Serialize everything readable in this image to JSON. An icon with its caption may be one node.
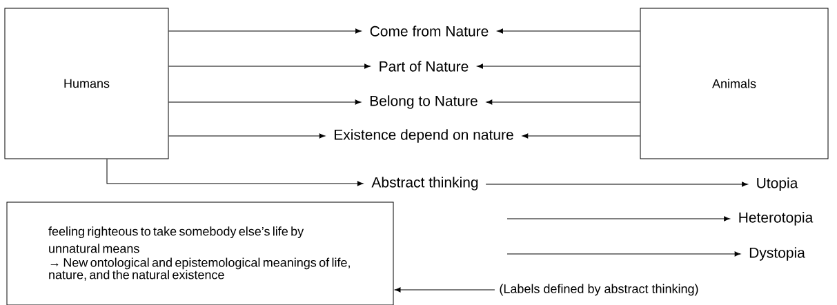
{
  "diagram": {
    "nodes": [
      {
        "text": [
          "Humans"
        ]
      },
      {
        "text": [
          "Animals"
        ]
      },
      {
        "text": [
          "Come from Nature"
        ]
      },
      {
        "text": [
          "Part of Nature"
        ]
      },
      {
        "text": [
          "Belong to Nature"
        ]
      },
      {
        "text": [
          "Existence depend on nature"
        ]
      },
      {
        "text": [
          "Abstract thinking"
        ]
      },
      {
        "text": [
          "Utopia"
        ]
      },
      {
        "text": [
          "Heterotopia"
        ]
      },
      {
        "text": [
          "Dystopia"
        ]
      },
      {
        "text": [
          "feeling righteous to take somebody else’s life by unnatural means",
          "→ New ontological and epistemological meanings of life, nature, and the natural existence"
        ]
      },
      {
        "text": [
          "(Labels defined by abstract thinking)"
        ]
      }
    ],
    "edges": [
      {
        "from": 0,
        "to": 2,
        "arrow": "to"
      },
      {
        "from": 1,
        "to": 2,
        "arrow": "to"
      },
      {
        "from": 0,
        "to": 3,
        "arrow": "to"
      },
      {
        "from": 1,
        "to": 3,
        "arrow": "to"
      },
      {
        "from": 0,
        "to": 4,
        "arrow": "to"
      },
      {
        "from": 1,
        "to": 4,
        "arrow": "to"
      },
      {
        "from": 0,
        "to": 5,
        "arrow": "to"
      },
      {
        "from": 1,
        "to": 5,
        "arrow": "to"
      },
      {
        "from": 0,
        "to": 6,
        "arrow": "to"
      },
      {
        "from": 6,
        "to": 7,
        "arrow": "to"
      },
      {
        "from": null,
        "to": 8,
        "arrow": "to"
      },
      {
        "from": null,
        "to": 9,
        "arrow": "to"
      },
      {
        "from": 11,
        "to": 10,
        "arrow": "to"
      }
    ]
  }
}
